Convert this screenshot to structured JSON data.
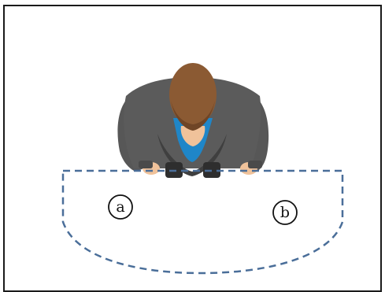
{
  "figure": {
    "labels": {
      "a": "a",
      "b": "b"
    },
    "elements": {
      "person": "person-top-view",
      "region": "dashed-half-circle-workspace"
    },
    "colors": {
      "frame": "#1a1a1a",
      "dashed_outline": "#4a6e99",
      "suit": "#595959",
      "suit_shade": "#454545",
      "hair": "#8b5a33",
      "hair_dark": "#6f4526",
      "shirt": "#1f86c8",
      "skin": "#f0c29a",
      "label_circle": "#111111"
    }
  }
}
